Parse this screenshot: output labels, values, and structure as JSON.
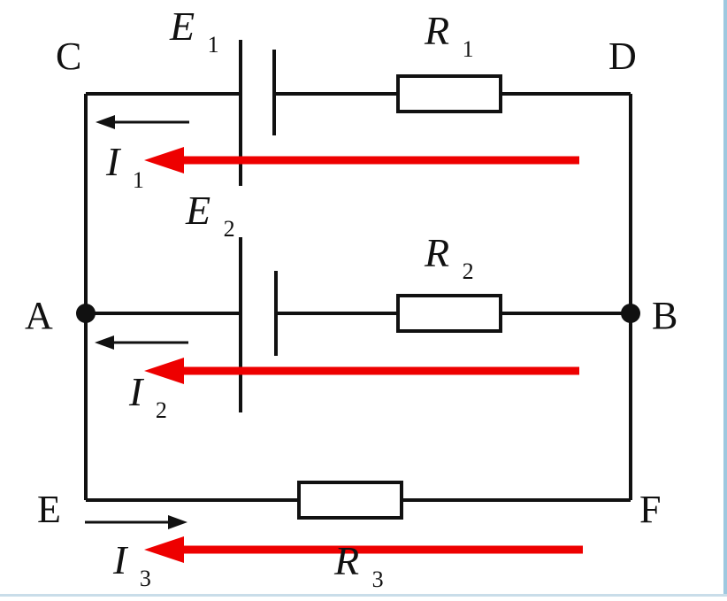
{
  "points": {
    "A": "A",
    "B": "B",
    "C": "C",
    "D": "D",
    "E": "E",
    "F": "F"
  },
  "symbols": {
    "E1": {
      "main": "E",
      "sub": "1"
    },
    "E2": {
      "main": "E",
      "sub": "2"
    },
    "R1": {
      "main": "R",
      "sub": "1"
    },
    "R2": {
      "main": "R",
      "sub": "2"
    },
    "R3": {
      "main": "R",
      "sub": "3"
    },
    "I1": {
      "main": "I",
      "sub": "1"
    },
    "I2": {
      "main": "I",
      "sub": "2"
    },
    "I3": {
      "main": "I",
      "sub": "3"
    }
  },
  "colors": {
    "wire": "#111111",
    "highlight_arrow": "#ee0000"
  }
}
